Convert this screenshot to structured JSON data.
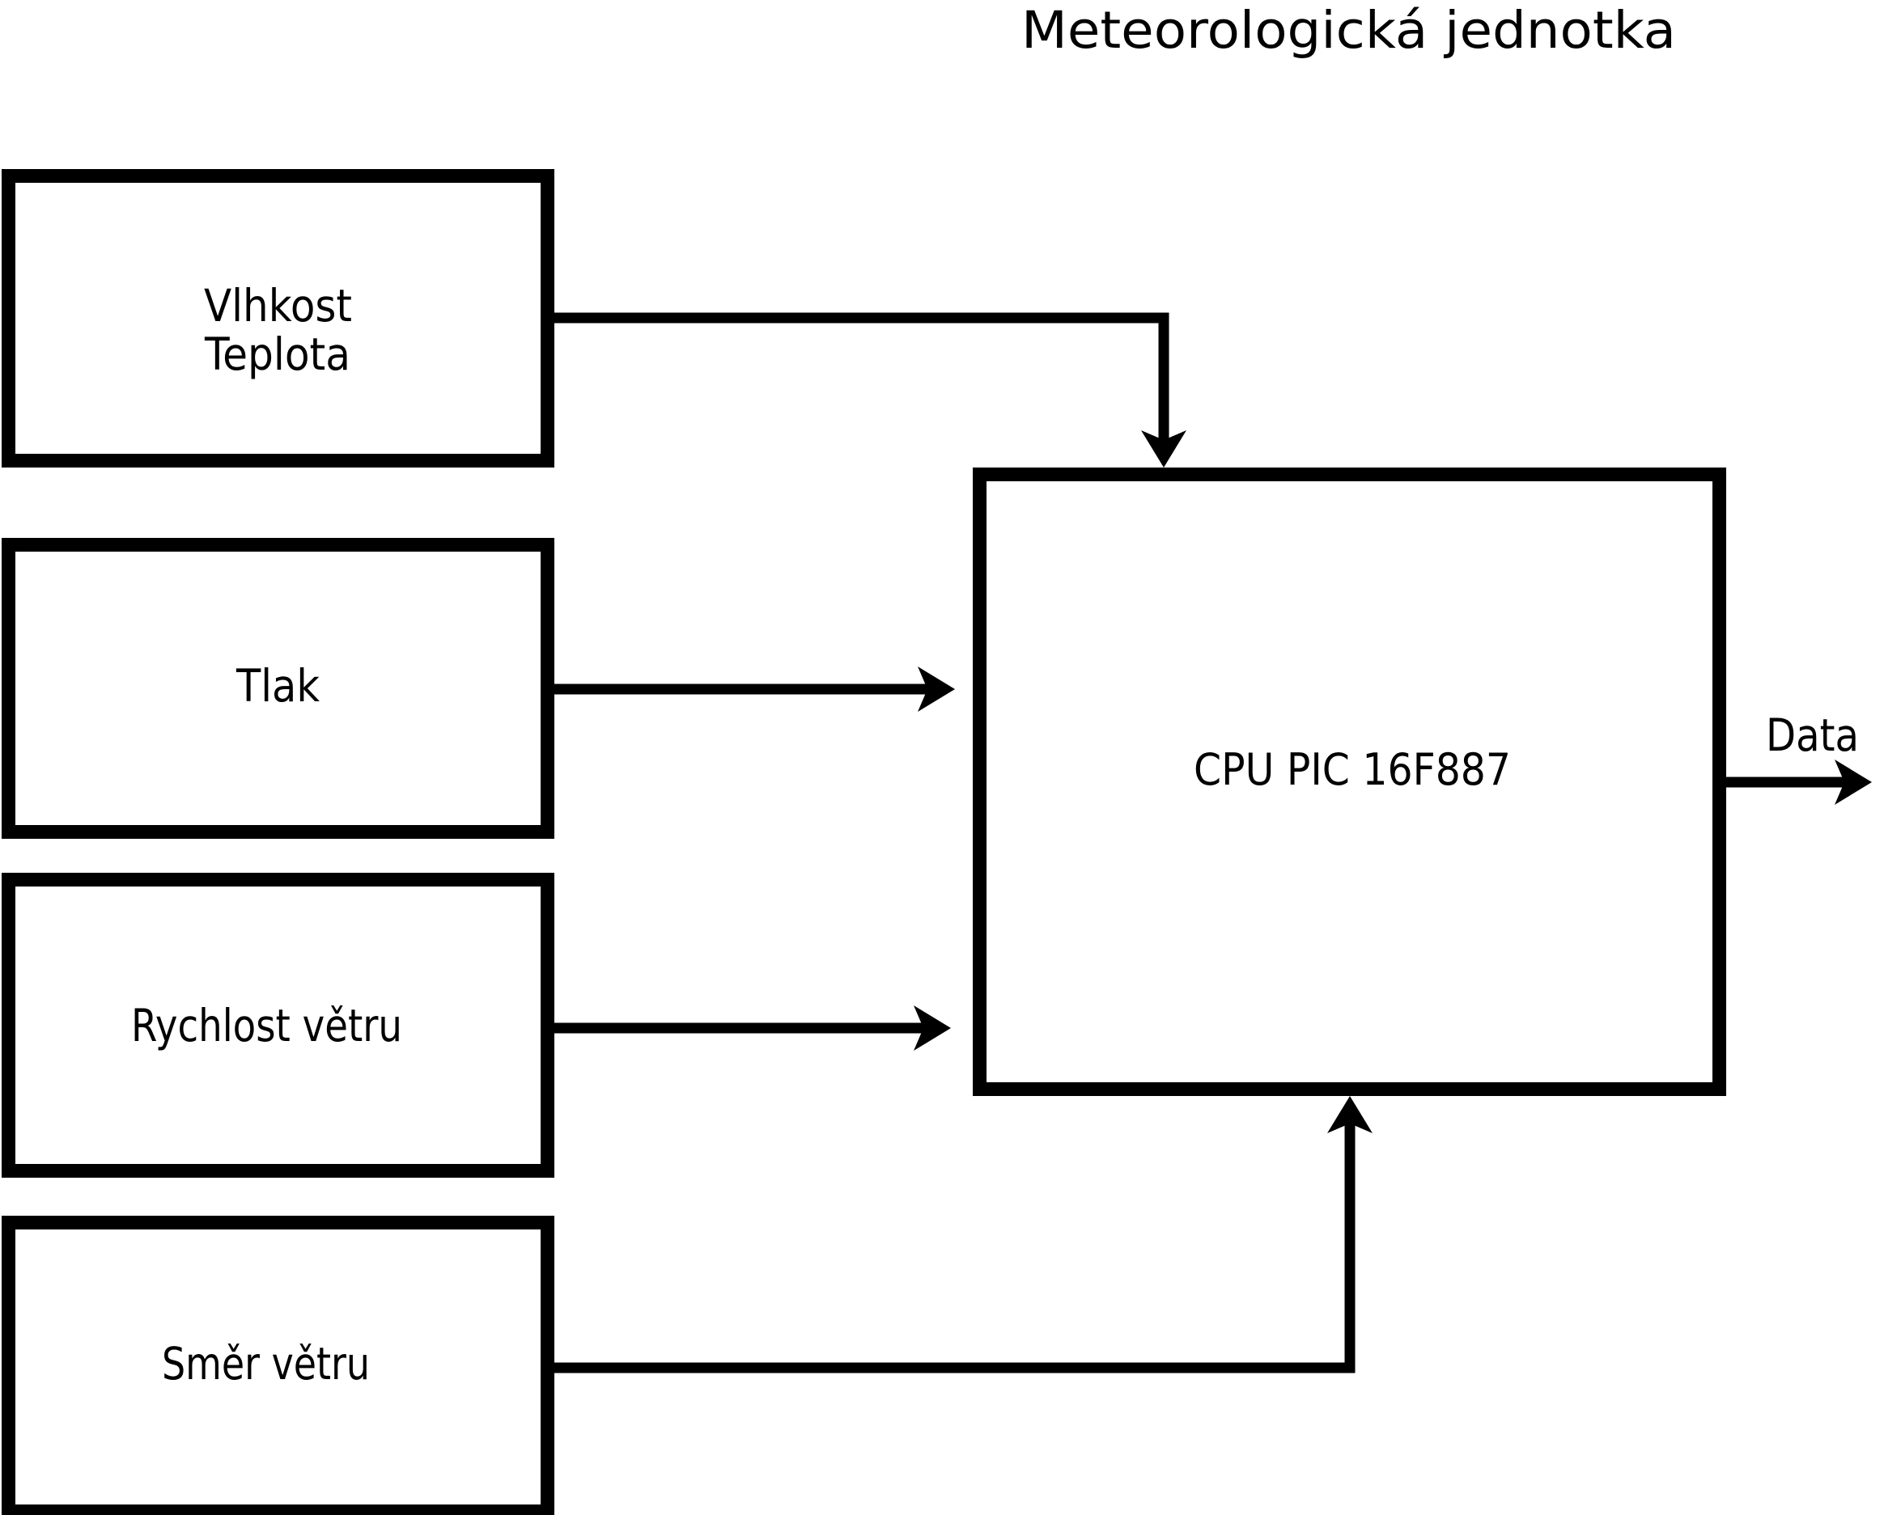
{
  "title": "Meteorologická jednotka",
  "sensors": [
    {
      "name": "humidity-temperature",
      "label_line1": "Vlhkost",
      "label_line2": "Teplota"
    },
    {
      "name": "pressure",
      "label": "Tlak"
    },
    {
      "name": "wind-speed",
      "label": "Rychlost větru"
    },
    {
      "name": "wind-direction",
      "label": "Směr větru"
    }
  ],
  "cpu": {
    "label": "CPU PIC 16F887"
  },
  "output": {
    "label": "Data"
  },
  "colors": {
    "line": "#000000",
    "text": "#000000",
    "box_fill": "#ffffff",
    "background": "#ffffff"
  }
}
